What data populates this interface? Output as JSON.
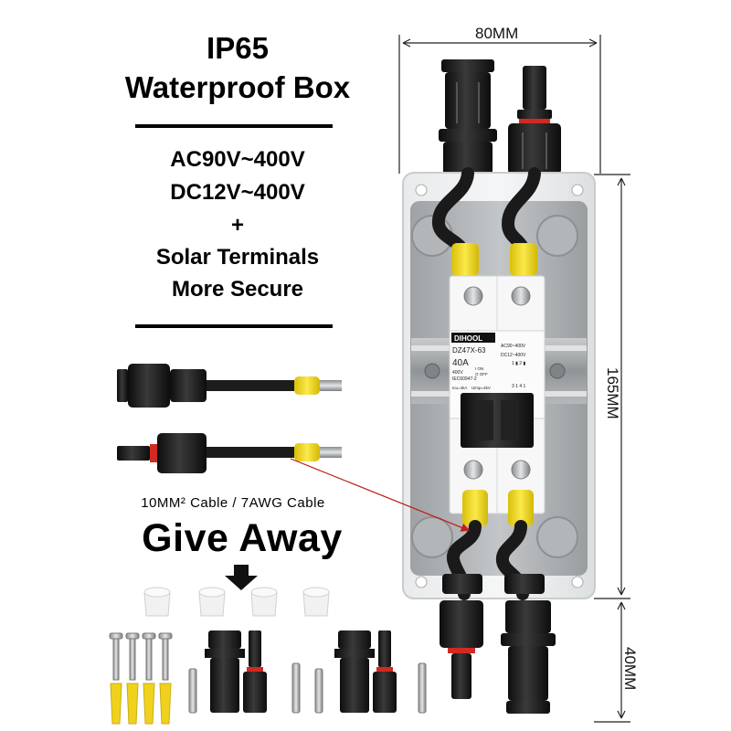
{
  "heading": {
    "line1": "IP65",
    "line2": "Waterproof Box"
  },
  "specs": {
    "ac": "AC90V~400V",
    "dc": "DC12V~400V",
    "plus": "+",
    "solar": "Solar Terminals",
    "secure": "More Secure"
  },
  "cable_label": "10MM² Cable / 7AWG Cable",
  "give_away": "Give Away",
  "dimensions": {
    "width": "80MM",
    "height": "165MM",
    "connector": "40MM"
  },
  "breaker": {
    "brand": "DIHOOL",
    "model": "DZ47X-63",
    "rating": "40A",
    "ac_range": "AC90~400V",
    "dc_range": "DC12~400V",
    "voltage": "400V",
    "standard": "IEC60947-2",
    "ics": "Icu=4kA",
    "uimp": "Uimp=4kV",
    "on": "I ON",
    "off": "O OFF",
    "terminals_top": "1 ▮ 2 ▮",
    "terminals_bottom": "3 1 4 1"
  },
  "colors": {
    "enclosure": "#b8bbbd",
    "rail": "#9ea3a6",
    "cable": "#1a1a1a",
    "ferrule": "#f2dc1a",
    "arrow_red": "#c0201f",
    "seal_red": "#d22a22",
    "anchor_yellow": "#f0d21e"
  }
}
